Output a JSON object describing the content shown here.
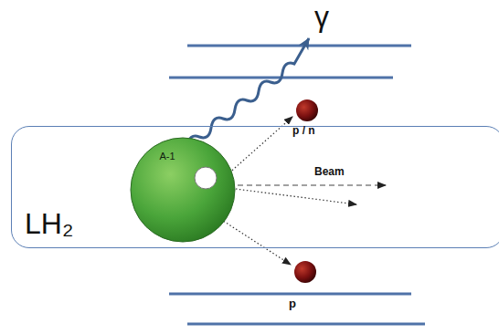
{
  "diagram": {
    "nodes": [
      {
        "text": [
          "LH₂"
        ]
      },
      {
        "text": [
          "A-1"
        ],
        "in": 0
      }
    ],
    "labels": [
      "γ",
      "p / n",
      "Beam",
      "p"
    ]
  }
}
